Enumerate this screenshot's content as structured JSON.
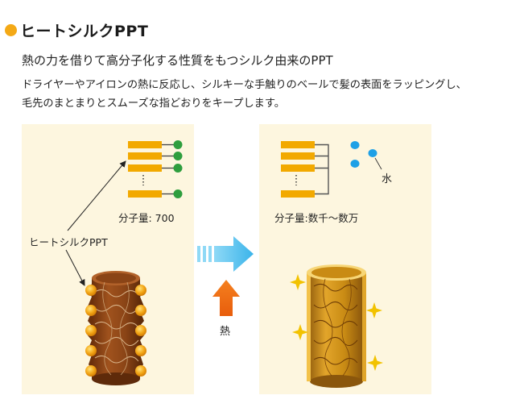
{
  "header": {
    "title": "ヒートシルクPPT",
    "subtitle": "熱の力を借りて高分子化する性質をもつシルク由来のPPT",
    "description_line1": "ドライヤーやアイロンの熱に反応し、シルキーな手触りのベールで髪の表面をラッピングし、",
    "description_line2": "毛先のまとまりとスムーズな指どおりをキープします。"
  },
  "diagram": {
    "left": {
      "molecular_weight_label": "分子量: 700",
      "ppt_label": "ヒートシルクPPT"
    },
    "middle": {
      "heat_label": "熱"
    },
    "right": {
      "molecular_weight_label": "分子量:数千～数万",
      "water_label": "水"
    }
  },
  "colors": {
    "bullet": "#f4a916",
    "panel_bg": "#fdf6df",
    "bar": "#f2a900",
    "green_dot": "#2e9e3e",
    "water_dot": "#1ea0e6",
    "arrow_blue": "#56c3ee",
    "arrow_orange": "#ee6a12",
    "hair_brown": "#8a4416",
    "hair_gold": "#d79a14",
    "sparkle": "#f2c200"
  }
}
